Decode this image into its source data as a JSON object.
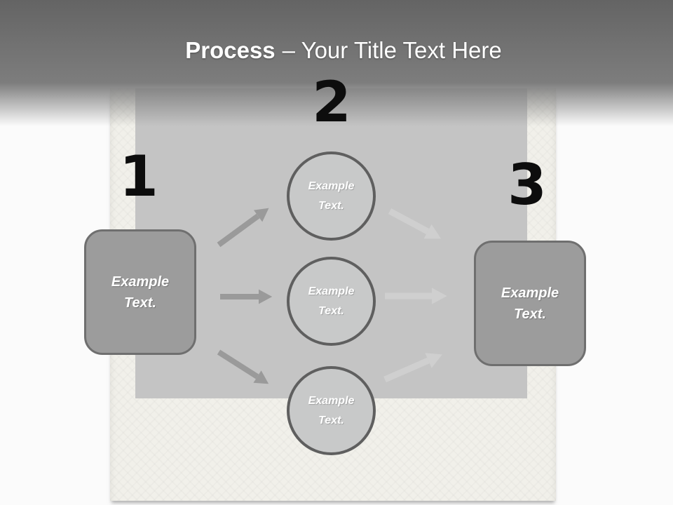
{
  "slide": {
    "title": {
      "emphasis": "Process",
      "rest": "– Your Title Text Here"
    },
    "steps": [
      {
        "number": "1",
        "label": "Example Text."
      },
      {
        "number": "2",
        "labels": [
          "Example Text.",
          "Example Text.",
          "Example Text."
        ]
      },
      {
        "number": "3",
        "label": "Example Text."
      }
    ]
  },
  "colors": {
    "page-bg": "#fbfbfb",
    "panel-bg": "#f1f0ea",
    "inner-bg": "#c4c4c4",
    "header-top": "#646464",
    "header-bottom": "#7d7d7d",
    "title-color": "#ffffff",
    "number-color": "#0d0d0d",
    "shape-fill": "#9c9c9c",
    "shape-border": "#6f6f6f",
    "circle-fill": "#c8c9c9",
    "circle-border": "#5f5f5f",
    "arrow-dark": "#9a9a9a",
    "arrow-light": "#cfcfcf",
    "label-color": "#ffffff"
  }
}
